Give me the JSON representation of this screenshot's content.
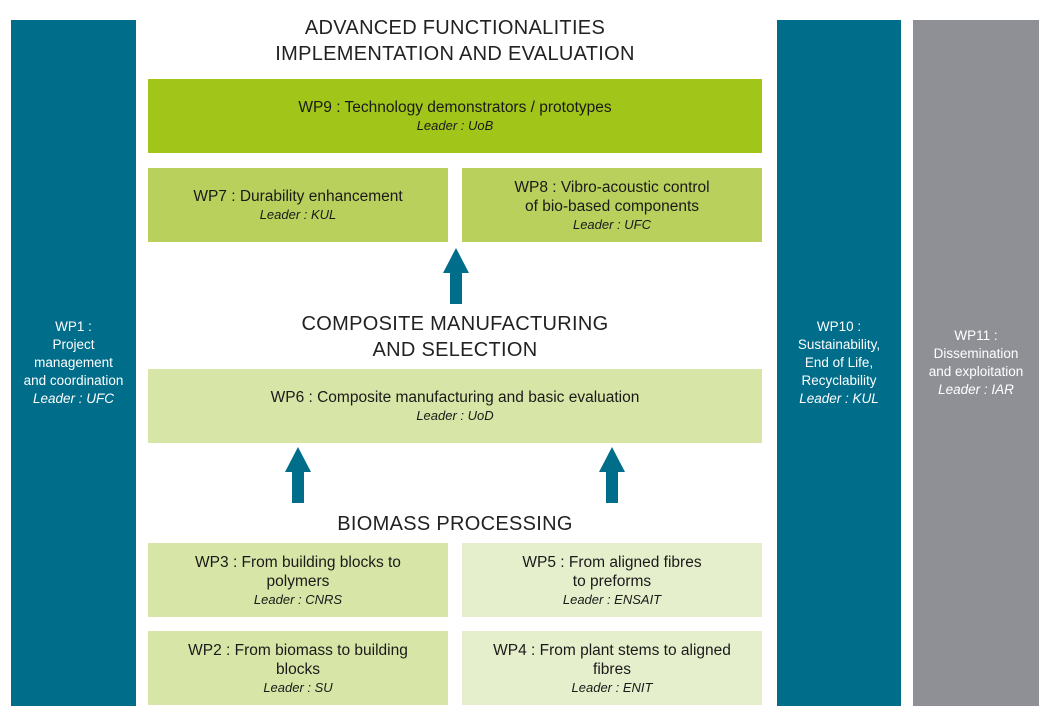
{
  "colors": {
    "teal": "#006d8a",
    "gray": "#8e9096",
    "green_dark": "#a2c519",
    "green_mid": "#b9d05c",
    "green_light": "#d7e5a6",
    "green_pale": "#e6efcc"
  },
  "headings": {
    "advanced": [
      "ADVANCED FUNCTIONALITIES",
      "IMPLEMENTATION AND EVALUATION"
    ],
    "composite": [
      "COMPOSITE MANUFACTURING",
      "AND SELECTION"
    ],
    "biomass": [
      "BIOMASS PROCESSING"
    ]
  },
  "side": {
    "wp1": {
      "lines": [
        "WP1 :",
        "Project",
        "management",
        "and coordination"
      ],
      "leader": "Leader : UFC"
    },
    "wp10": {
      "lines": [
        "WP10 :",
        "Sustainability,",
        "End of Life,",
        "Recyclability"
      ],
      "leader": "Leader : KUL"
    },
    "wp11": {
      "lines": [
        "WP11 :",
        "Dissemination",
        "and exploitation"
      ],
      "leader": "Leader : IAR"
    }
  },
  "wp": {
    "wp9": {
      "lines": [
        "WP9 : Technology demonstrators / prototypes"
      ],
      "leader": "Leader : UoB"
    },
    "wp7": {
      "lines": [
        "WP7 : Durability enhancement"
      ],
      "leader": "Leader : KUL"
    },
    "wp8": {
      "lines": [
        "WP8 : Vibro-acoustic control",
        "of bio-based components"
      ],
      "leader": "Leader : UFC"
    },
    "wp6": {
      "lines": [
        "WP6 : Composite manufacturing and basic evaluation"
      ],
      "leader": "Leader : UoD"
    },
    "wp3": {
      "lines": [
        "WP3 : From building blocks to",
        "polymers"
      ],
      "leader": "Leader : CNRS"
    },
    "wp5": {
      "lines": [
        "WP5 : From aligned fibres",
        "to preforms"
      ],
      "leader": "Leader : ENSAIT"
    },
    "wp2": {
      "lines": [
        "WP2 : From biomass to building",
        "blocks"
      ],
      "leader": "Leader : SU"
    },
    "wp4": {
      "lines": [
        "WP4 : From plant stems to aligned",
        "fibres"
      ],
      "leader": "Leader : ENIT"
    }
  }
}
